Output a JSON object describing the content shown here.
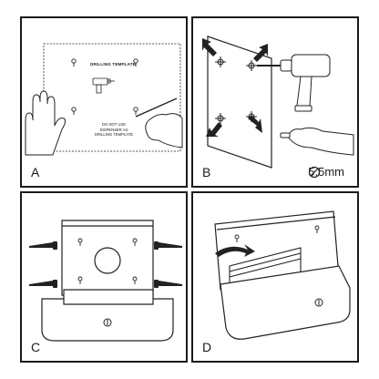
{
  "panels": {
    "a": {
      "letter": "A",
      "template_title": "DRILLING TEMPLATE",
      "template_warning": [
        "DO NOT USE",
        "DISPENSER AS",
        "DRILLING TEMPLATE"
      ]
    },
    "b": {
      "letter": "B",
      "drill_size": "5.5mm",
      "drill_size_icon": "diameter-icon"
    },
    "c": {
      "letter": "C"
    },
    "d": {
      "letter": "D"
    }
  }
}
